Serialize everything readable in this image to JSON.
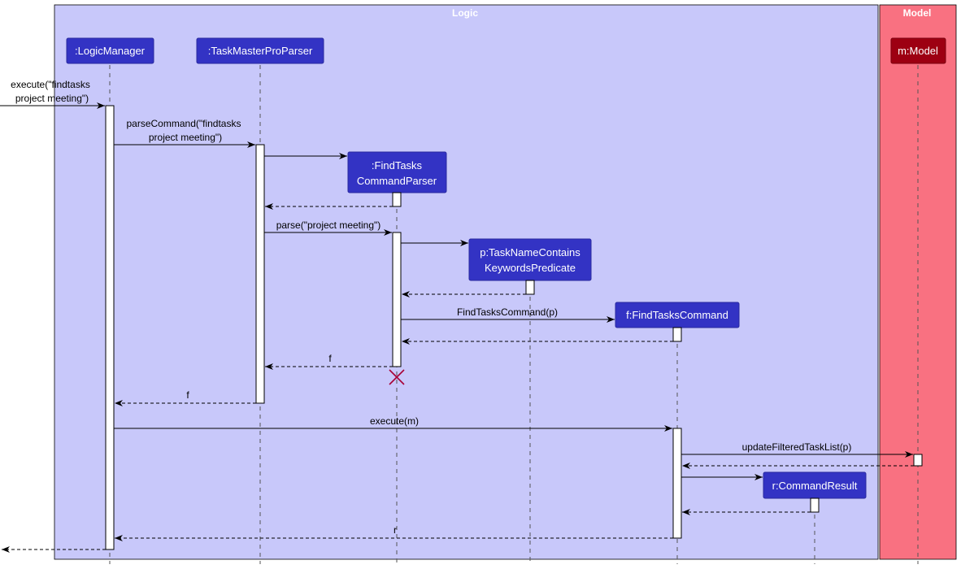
{
  "frames": {
    "logic": {
      "title": "Logic",
      "fill": "#C8C8FA",
      "stroke": "#000000"
    },
    "model": {
      "title": "Model",
      "fill": "#F97181",
      "stroke": "#000000"
    }
  },
  "participants": {
    "logic_manager": {
      "label": ":LogicManager",
      "fill": "#3333C4"
    },
    "parser": {
      "label": ":TaskMasterProParser",
      "fill": "#3333C4"
    },
    "find_tasks_command_parser": {
      "line1": ":FindTasks",
      "line2": "CommandParser",
      "fill": "#3333C4"
    },
    "predicate": {
      "line1": "p:TaskNameContains",
      "line2": "KeywordsPredicate",
      "fill": "#3333C4"
    },
    "find_tasks_command": {
      "label": "f:FindTasksCommand",
      "fill": "#3333C4"
    },
    "command_result": {
      "label": "r:CommandResult",
      "fill": "#3333C4"
    },
    "model": {
      "label": "m:Model",
      "fill": "#9D0012"
    }
  },
  "messages": {
    "execute_in": {
      "line1": "execute(\"findtasks",
      "line2": "project meeting\")"
    },
    "parse_command": {
      "line1": "parseCommand(\"findtasks",
      "line2": "project meeting\")"
    },
    "parse": "parse(\"project meeting\")",
    "create_command": "FindTasksCommand(p)",
    "return_f_parser": "f",
    "return_f_manager": "f",
    "execute_m": "execute(m)",
    "update_filtered": "updateFilteredTaskList(p)",
    "return_r": "r"
  },
  "colors": {
    "destroy_marker": "#A80036",
    "lifeline": "#555555"
  }
}
